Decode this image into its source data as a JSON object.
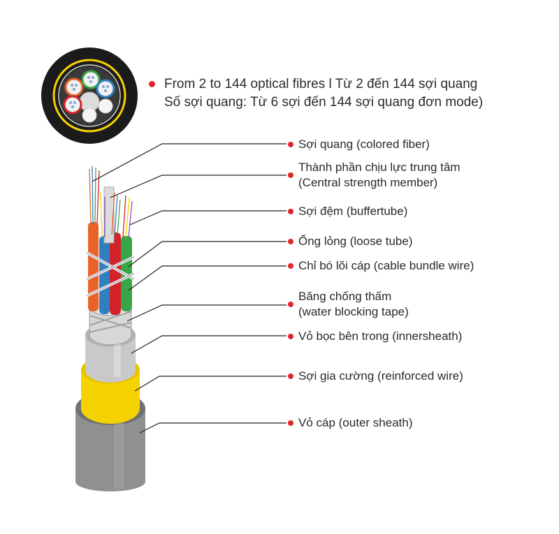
{
  "colors": {
    "bullet": "#e0262b",
    "outer_sheath": "#8f9092",
    "reinforced_wire": "#f6d200",
    "inner_sheath": "#c9c9c9",
    "tube_orange": "#e8622a",
    "tube_blue": "#2f7fc1",
    "tube_green": "#3aa64a",
    "tube_red": "#d2232a",
    "jacket_black": "#1b1b1b"
  },
  "header": {
    "line1": "From 2 to 144 optical fibres  l Từ 2 đến 144 sợi quang",
    "line2": "Số sợi quang: Từ 6 sợi đến 144 sợi quang đơn mode)"
  },
  "labels": [
    {
      "lines": [
        "Sợi quang (colored fiber)"
      ]
    },
    {
      "lines": [
        "Thành phần chịu lực trung tâm",
        "(Central strength member)"
      ]
    },
    {
      "lines": [
        "Sợi đệm (buffertube)"
      ]
    },
    {
      "lines": [
        "Ống lỏng (loose tube)"
      ]
    },
    {
      "lines": [
        "Chỉ bó lõi cáp (cable bundle wire)"
      ]
    },
    {
      "lines": [
        "Băng chống thấm",
        "(water blocking tape)"
      ]
    },
    {
      "lines": [
        "Vỏ bọc bên trong (innersheath)"
      ]
    },
    {
      "lines": [
        "Sợi gia cường (reinforced wire)"
      ]
    },
    {
      "lines": [
        "Vỏ cáp (outer sheath)"
      ]
    }
  ]
}
